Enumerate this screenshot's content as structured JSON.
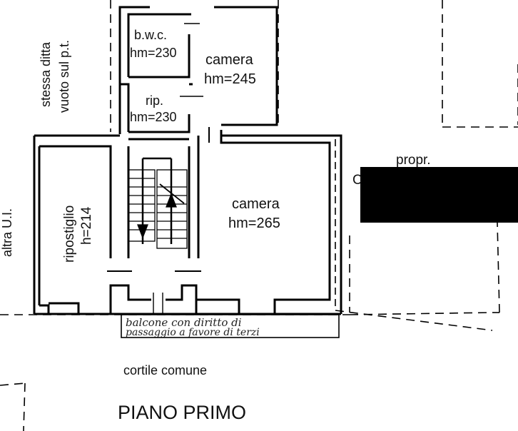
{
  "rooms": {
    "bwc": {
      "name": "b.w.c.",
      "height": "hm=230"
    },
    "camera_top": {
      "name": "camera",
      "height": "hm=245"
    },
    "rip": {
      "name": "rip.",
      "height": "hm=230"
    },
    "camera_main": {
      "name": "camera",
      "height": "hm=265"
    },
    "ripostiglio": {
      "name": "ripostiglio",
      "height": "h=214"
    }
  },
  "labels": {
    "left_upper_line1": "stessa ditta",
    "left_upper_line2": "vuoto sul p.t.",
    "left_lower": "altra U.I.",
    "right": "propr.",
    "right_partial": "C",
    "balcony_line1": "balcone con diritto di",
    "balcony_line2": "passaggio a favore di terzi",
    "courtyard": "cortile comune",
    "floor_title": "PIANO PRIMO"
  },
  "colors": {
    "ink": "#000000",
    "redaction": "#000000",
    "background": "#ffffff"
  }
}
